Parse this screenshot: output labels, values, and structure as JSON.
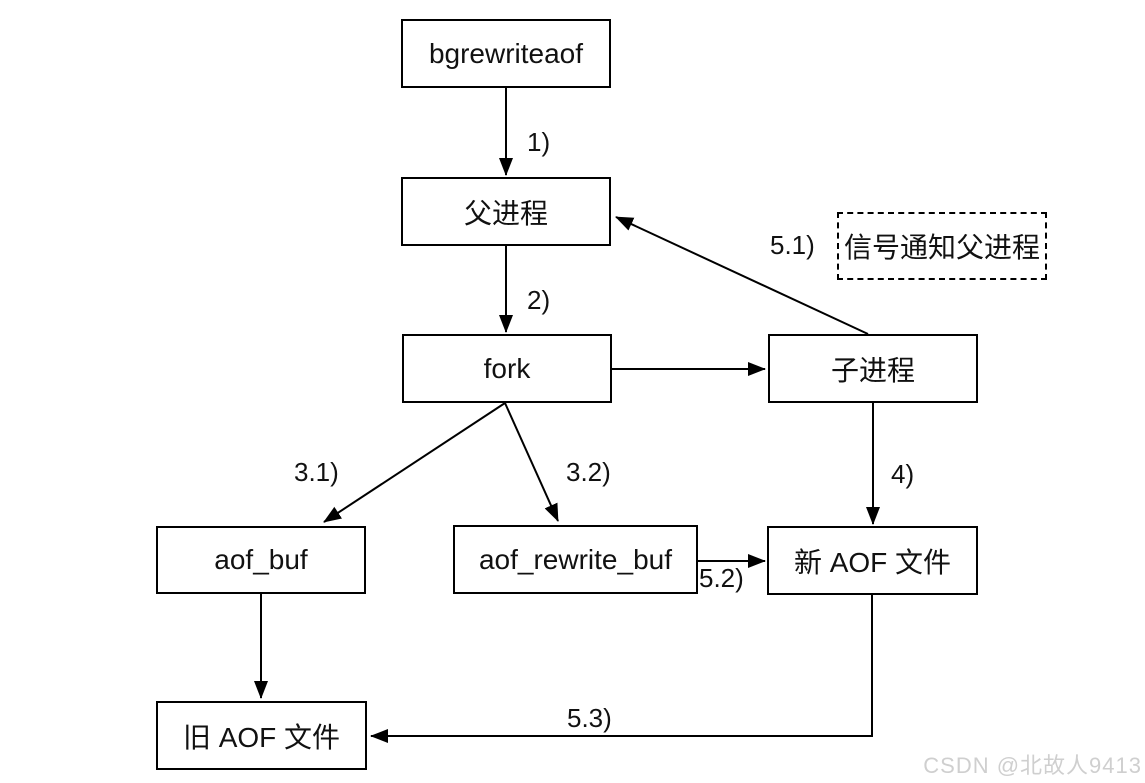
{
  "diagram": {
    "nodes": {
      "bgrewriteaof": "bgrewriteaof",
      "parent_process": "父进程",
      "fork": "fork",
      "child_process": "子进程",
      "aof_buf": "aof_buf",
      "aof_rewrite_buf": "aof_rewrite_buf",
      "new_aof_file": "新 AOF 文件",
      "old_aof_file": "旧 AOF 文件",
      "signal_note": "信号通知父进程"
    },
    "edge_labels": {
      "step1": "1)",
      "step2": "2)",
      "step3_1": "3.1)",
      "step3_2": "3.2)",
      "step4": "4)",
      "step5_1": "5.1)",
      "step5_2": "5.2)",
      "step5_3": "5.3)"
    }
  },
  "watermark": {
    "text": "CSDN @北故人9413"
  },
  "colors": {
    "stroke": "#000000",
    "background": "#ffffff",
    "watermark": "#cfcfcf"
  }
}
